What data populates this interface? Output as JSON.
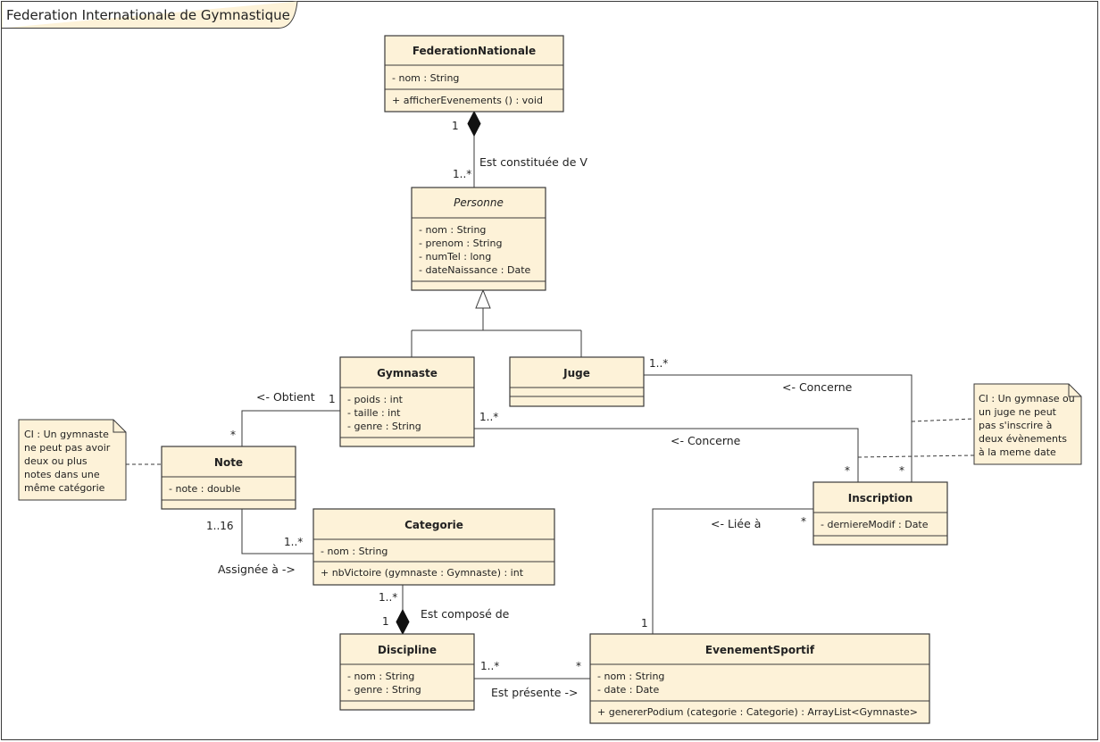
{
  "diagram_title": "Federation Internationale de Gymnastique",
  "classes": {
    "federation_nationale": {
      "name": "FederationNationale",
      "attributes": [
        "- nom : String"
      ],
      "operations": [
        "+ afficherEvenements () : void"
      ]
    },
    "personne": {
      "name": "Personne",
      "attributes": [
        "- nom : String",
        "- prenom : String",
        "- numTel : long",
        "- dateNaissance : Date"
      ],
      "operations": []
    },
    "gymnaste": {
      "name": "Gymnaste",
      "attributes": [
        "- poids : int",
        "- taille : int",
        "- genre : String"
      ],
      "operations": []
    },
    "juge": {
      "name": "Juge",
      "attributes": [],
      "operations": []
    },
    "note": {
      "name": "Note",
      "attributes": [
        "- note : double"
      ],
      "operations": []
    },
    "categorie": {
      "name": "Categorie",
      "attributes": [
        "- nom : String"
      ],
      "operations": [
        "+ nbVictoire (gymnaste : Gymnaste) : int"
      ]
    },
    "inscription": {
      "name": "Inscription",
      "attributes": [
        "- derniereModif : Date"
      ],
      "operations": []
    },
    "discipline": {
      "name": "Discipline",
      "attributes": [
        "- nom : String",
        "- genre : String"
      ],
      "operations": []
    },
    "evenement_sportif": {
      "name": "EvenementSportif",
      "attributes": [
        "- nom : String",
        "- date : Date"
      ],
      "operations": [
        "+ genererPodium (categorie : Categorie) : ArrayList<Gymnaste>"
      ]
    }
  },
  "associations": {
    "federation_personne": {
      "label": "Est constituée de V",
      "mult_source": "1",
      "mult_target": "1..*"
    },
    "gymnaste_note": {
      "label": "<- Obtient",
      "mult_source": "1",
      "mult_target": "*"
    },
    "juge_inscription": {
      "label": "<- Concerne",
      "mult_source": "1..*",
      "mult_target": "*"
    },
    "gymnaste_inscription": {
      "label": "<- Concerne",
      "mult_source": "1..*",
      "mult_target": "*"
    },
    "note_categorie": {
      "label": "Assignée à ->",
      "mult_source": "1..16",
      "mult_target": "1..*"
    },
    "categorie_discipline": {
      "label": "Est composé de",
      "mult_source": "1..*",
      "mult_target": "1"
    },
    "inscription_evenement": {
      "label": "<- Liée à",
      "mult_source": "*",
      "mult_target": "1"
    },
    "discipline_evenement": {
      "label": "Est présente ->",
      "mult_source": "1..*",
      "mult_target": "*"
    }
  },
  "notes": {
    "note_gymnaste": [
      "CI : Un gymnaste",
      "ne peut pas avoir",
      "deux ou plus",
      "notes dans une",
      "même catégorie"
    ],
    "note_inscription": [
      "CI : Un gymnase ou",
      "un juge ne peut",
      "pas s'inscrire à",
      "deux évènements",
      "à la meme date"
    ]
  },
  "colors": {
    "class_fill": "#fdf2d8",
    "stroke": "#3a3a3a"
  }
}
